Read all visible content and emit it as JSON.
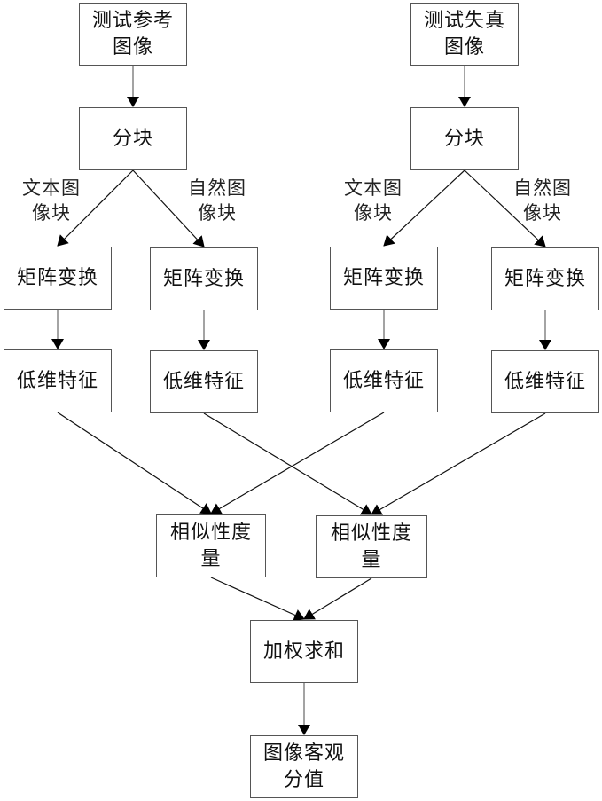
{
  "diagram": {
    "type": "flowchart",
    "nodes": {
      "ref_image": {
        "lines": [
          "测试参考",
          "图像"
        ]
      },
      "dist_image": {
        "lines": [
          "测试失真",
          "图像"
        ]
      },
      "block_left": {
        "lines": [
          "分块"
        ]
      },
      "block_right": {
        "lines": [
          "分块"
        ]
      },
      "transform_l1": {
        "lines": [
          "矩阵变换"
        ]
      },
      "transform_l2": {
        "lines": [
          "矩阵变换"
        ]
      },
      "transform_r1": {
        "lines": [
          "矩阵变换"
        ]
      },
      "transform_r2": {
        "lines": [
          "矩阵变换"
        ]
      },
      "feature_l1": {
        "lines": [
          "低维特征"
        ]
      },
      "feature_l2": {
        "lines": [
          "低维特征"
        ]
      },
      "feature_r1": {
        "lines": [
          "低维特征"
        ]
      },
      "feature_r2": {
        "lines": [
          "低维特征"
        ]
      },
      "similarity_left": {
        "lines": [
          "相似性度",
          "量"
        ]
      },
      "similarity_right": {
        "lines": [
          "相似性度",
          "量"
        ]
      },
      "weighted_sum": {
        "lines": [
          "加权求和"
        ]
      },
      "objective_score": {
        "lines": [
          "图像客观",
          "分值"
        ]
      }
    },
    "edge_labels": {
      "text_block_left": {
        "lines": [
          "文本图",
          "像块"
        ]
      },
      "natural_block_left": {
        "lines": [
          "自然图",
          "像块"
        ]
      },
      "text_block_right": {
        "lines": [
          "文本图",
          "像块"
        ]
      },
      "natural_block_right": {
        "lines": [
          "自然图",
          "像块"
        ]
      }
    },
    "edges": [
      [
        "ref_image",
        "block_left"
      ],
      [
        "dist_image",
        "block_right"
      ],
      [
        "block_left",
        "transform_l1"
      ],
      [
        "block_left",
        "transform_l2"
      ],
      [
        "block_right",
        "transform_r1"
      ],
      [
        "block_right",
        "transform_r2"
      ],
      [
        "transform_l1",
        "feature_l1"
      ],
      [
        "transform_l2",
        "feature_l2"
      ],
      [
        "transform_r1",
        "feature_r1"
      ],
      [
        "transform_r2",
        "feature_r2"
      ],
      [
        "feature_l1",
        "similarity_left"
      ],
      [
        "feature_r1",
        "similarity_left"
      ],
      [
        "feature_l2",
        "similarity_right"
      ],
      [
        "feature_r2",
        "similarity_right"
      ],
      [
        "similarity_left",
        "weighted_sum"
      ],
      [
        "similarity_right",
        "weighted_sum"
      ],
      [
        "weighted_sum",
        "objective_score"
      ]
    ]
  }
}
